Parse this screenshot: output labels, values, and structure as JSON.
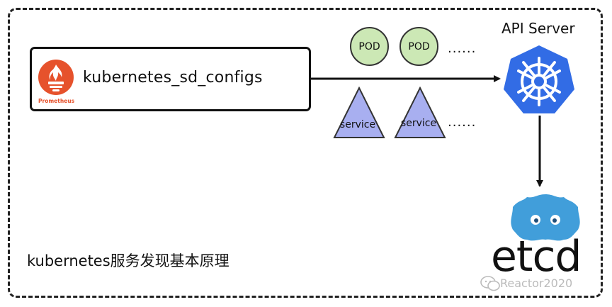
{
  "source_box": {
    "label": "kubernetes_sd_configs",
    "logo_text": "Prometheus",
    "logo_icon": "prometheus-flame-icon"
  },
  "pods": [
    {
      "label": "POD"
    },
    {
      "label": "POD"
    }
  ],
  "pods_ellipsis": "......",
  "services": [
    {
      "label": "service"
    },
    {
      "label": "service"
    }
  ],
  "services_ellipsis": "......",
  "api_server": {
    "title": "API Server",
    "icon": "kubernetes-helm-wheel-icon"
  },
  "etcd": {
    "label": "etcd",
    "icon": "etcd-logo-icon"
  },
  "caption": "kubernetes服务发现基本原理",
  "watermark": "Reactor2020",
  "colors": {
    "pod_fill": "#cce8b5",
    "service_fill": "#a8aff0",
    "kubernetes_blue": "#326ce5",
    "etcd_blue": "#419eda",
    "prometheus_orange": "#e6522c"
  }
}
